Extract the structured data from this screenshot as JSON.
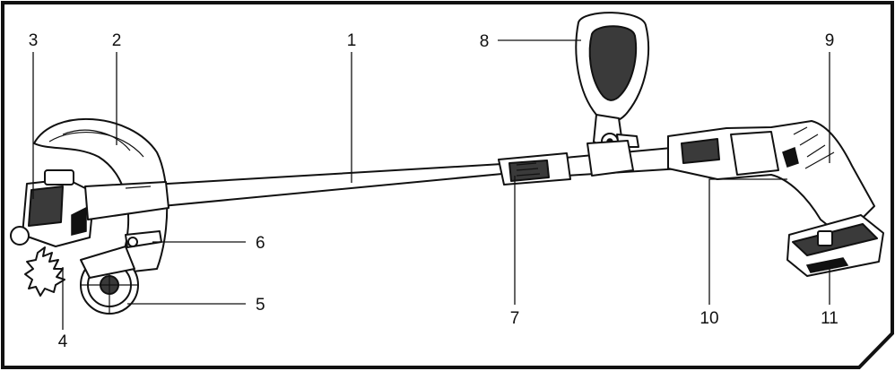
{
  "callouts": [
    {
      "id": "1",
      "label": "1"
    },
    {
      "id": "2",
      "label": "2"
    },
    {
      "id": "3",
      "label": "3"
    },
    {
      "id": "4",
      "label": "4"
    },
    {
      "id": "5",
      "label": "5"
    },
    {
      "id": "6",
      "label": "6"
    },
    {
      "id": "7",
      "label": "7"
    },
    {
      "id": "8",
      "label": "8"
    },
    {
      "id": "9",
      "label": "9"
    },
    {
      "id": "10",
      "label": "10"
    },
    {
      "id": "11",
      "label": "11"
    }
  ],
  "colors": {
    "ink": "#111111",
    "shade": "#3a3a3a",
    "paper": "#ffffff"
  }
}
